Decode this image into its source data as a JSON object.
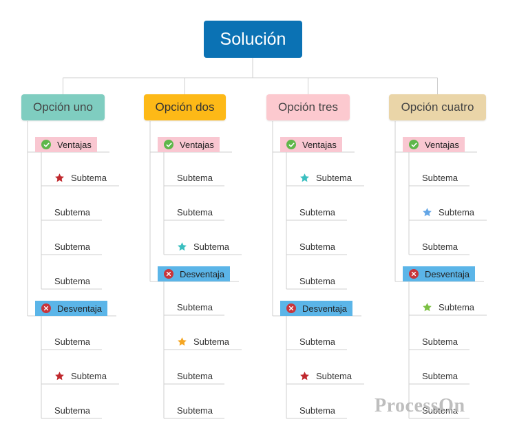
{
  "root": {
    "label": "Solución",
    "color": "#0b72b4"
  },
  "colors": {
    "connector": "#cfcfcf",
    "ventajas_bg": "#f9c7d1",
    "desventaja_bg": "#5bb5e8",
    "check_icon": "#5fb74a",
    "cross_icon": "#c9353b"
  },
  "options": [
    {
      "label": "Opción uno",
      "bg": "#7fcdc0",
      "groups": [
        {
          "kind": "ventajas",
          "label": "Ventajas",
          "icon": "check-circle-icon",
          "items": [
            {
              "label": "Subtema",
              "star": "#c0282d"
            },
            {
              "label": "Subtema",
              "star": null
            },
            {
              "label": "Subtema",
              "star": null
            },
            {
              "label": "Subtema",
              "star": null
            }
          ]
        },
        {
          "kind": "desventaja",
          "label": "Desventaja",
          "icon": "x-circle-icon",
          "items": [
            {
              "label": "Subtema",
              "star": null
            },
            {
              "label": "Subtema",
              "star": "#c0282d"
            },
            {
              "label": "Subtema",
              "star": null
            }
          ]
        }
      ]
    },
    {
      "label": "Opción dos",
      "bg": "#fdb917",
      "groups": [
        {
          "kind": "ventajas",
          "label": "Ventajas",
          "icon": "check-circle-icon",
          "items": [
            {
              "label": "Subtema",
              "star": null
            },
            {
              "label": "Subtema",
              "star": null
            },
            {
              "label": "Subtema",
              "star": "#3bbfc0"
            }
          ]
        },
        {
          "kind": "desventaja",
          "label": "Desventaja",
          "icon": "x-circle-icon",
          "items": [
            {
              "label": "Subtema",
              "star": null
            },
            {
              "label": "Subtema",
              "star": "#f5a623"
            },
            {
              "label": "Subtema",
              "star": null
            },
            {
              "label": "Subtema",
              "star": null
            }
          ]
        }
      ]
    },
    {
      "label": "Opción tres",
      "bg": "#fcc9cf",
      "groups": [
        {
          "kind": "ventajas",
          "label": "Ventajas",
          "icon": "check-circle-icon",
          "items": [
            {
              "label": "Subtema",
              "star": "#3bbfc0"
            },
            {
              "label": "Subtema",
              "star": null
            },
            {
              "label": "Subtema",
              "star": null
            },
            {
              "label": "Subtema",
              "star": null
            }
          ]
        },
        {
          "kind": "desventaja",
          "label": "Desventaja",
          "icon": "x-circle-icon",
          "items": [
            {
              "label": "Subtema",
              "star": null
            },
            {
              "label": "Subtema",
              "star": "#c0282d"
            },
            {
              "label": "Subtema",
              "star": null
            }
          ]
        }
      ]
    },
    {
      "label": "Opción cuatro",
      "bg": "#ead5a8",
      "groups": [
        {
          "kind": "ventajas",
          "label": "Ventajas",
          "icon": "check-circle-icon",
          "items": [
            {
              "label": "Subtema",
              "star": null
            },
            {
              "label": "Subtema",
              "star": "#64a6e6"
            },
            {
              "label": "Subtema",
              "star": null
            }
          ]
        },
        {
          "kind": "desventaja",
          "label": "Desventaja",
          "icon": "x-circle-icon",
          "items": [
            {
              "label": "Subtema",
              "star": "#7bc043"
            },
            {
              "label": "Subtema",
              "star": null
            },
            {
              "label": "Subtema",
              "star": null
            },
            {
              "label": "Subtema",
              "star": null
            }
          ]
        }
      ]
    }
  ],
  "watermark": "ProcessOn"
}
